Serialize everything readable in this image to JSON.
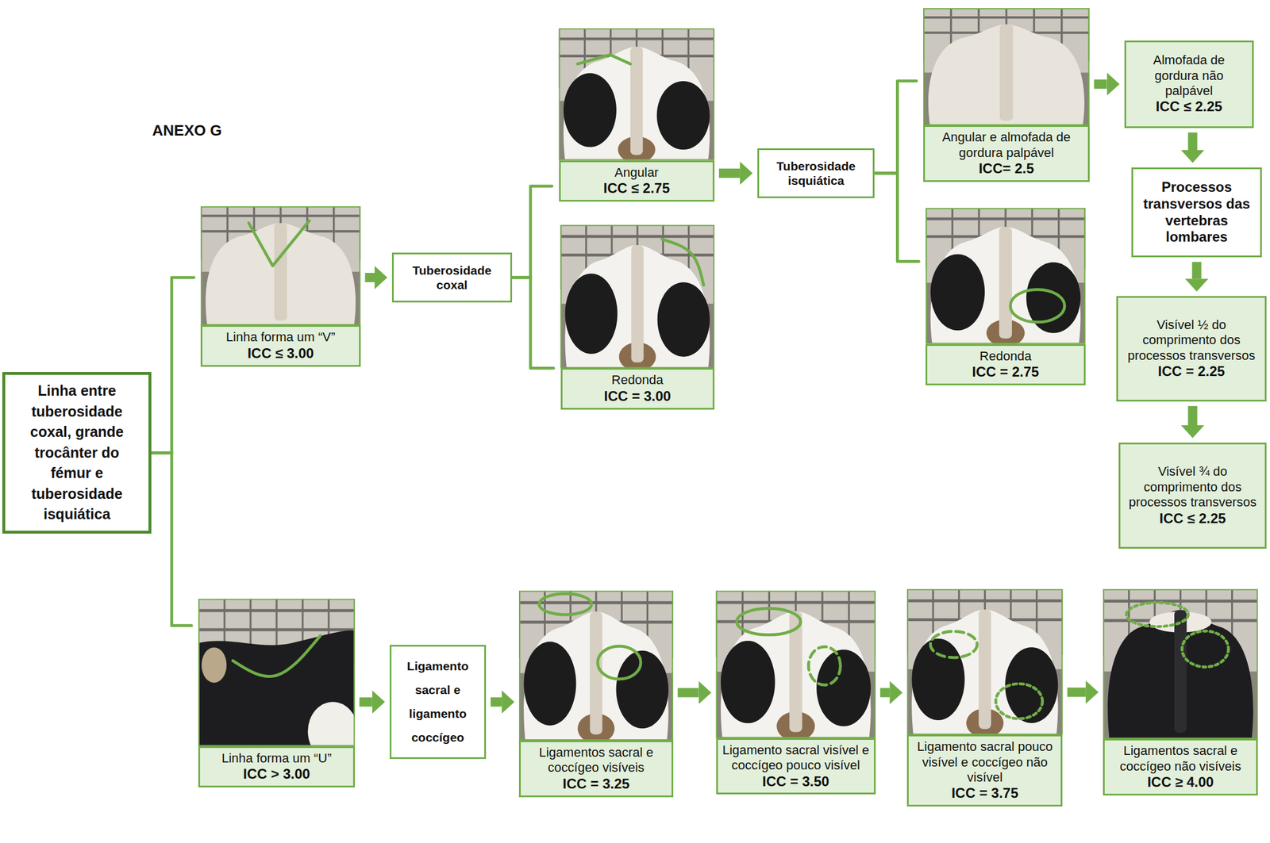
{
  "diagram": {
    "title": "ANEXO G",
    "nodes": [
      {
        "text": [
          "Linha entre tuberosidade coxal, grande trocânter do fémur e tuberosidade isquiática"
        ]
      },
      {
        "text": [
          "Linha forma um “V”",
          "ICC ≤ 3.00"
        ]
      },
      {
        "text": [
          "Tuberosidade coxal"
        ]
      },
      {
        "text": [
          "Angular",
          "ICC ≤ 2.75"
        ]
      },
      {
        "text": [
          "Redonda",
          "ICC = 3.00"
        ]
      },
      {
        "text": [
          "Tuberosidade isquiática"
        ]
      },
      {
        "text": [
          "Angular e almofada de gordura palpável",
          "ICC= 2.5"
        ]
      },
      {
        "text": [
          "Redonda",
          "ICC = 2.75"
        ]
      },
      {
        "text": [
          "Almofada de gordura não palpável",
          "ICC ≤ 2.25"
        ]
      },
      {
        "text": [
          "Processos transversos das vertebras lombares"
        ]
      },
      {
        "text": [
          "Visível ½ do comprimento dos processos transversos",
          "ICC = 2.25"
        ]
      },
      {
        "text": [
          "Visível ¾ do comprimento dos processos transversos",
          "ICC ≤ 2.25"
        ]
      },
      {
        "text": [
          "Linha forma um “U”",
          "ICC > 3.00"
        ]
      },
      {
        "text": [
          "Ligamento sacral e ligamento coccígeo"
        ]
      },
      {
        "text": [
          "Ligamentos sacral e coccígeo visíveis",
          "ICC = 3.25"
        ]
      },
      {
        "text": [
          "Ligamento sacral visível e coccígeo pouco visível",
          "ICC = 3.50"
        ]
      },
      {
        "text": [
          "Ligamento sacral pouco visível e coccígeo não visível",
          "ICC = 3.75"
        ]
      },
      {
        "text": [
          "Ligamentos sacral e coccígeo não visíveis",
          "ICC ≥ 4.00"
        ]
      }
    ],
    "edges": [
      {
        "from": 0,
        "to": 1,
        "arrow": "none"
      },
      {
        "from": 0,
        "to": 12,
        "arrow": "none"
      },
      {
        "from": 1,
        "to": 2,
        "arrow": "to"
      },
      {
        "from": 2,
        "to": 3,
        "arrow": "none"
      },
      {
        "from": 2,
        "to": 4,
        "arrow": "none"
      },
      {
        "from": 3,
        "to": 5,
        "arrow": "to"
      },
      {
        "from": 5,
        "to": 6,
        "arrow": "none"
      },
      {
        "from": 5,
        "to": 7,
        "arrow": "none"
      },
      {
        "from": 6,
        "to": 8,
        "arrow": "to"
      },
      {
        "from": 8,
        "to": 9,
        "arrow": "to"
      },
      {
        "from": 9,
        "to": 10,
        "arrow": "to"
      },
      {
        "from": 10,
        "to": 11,
        "arrow": "to"
      },
      {
        "from": 12,
        "to": 13,
        "arrow": "to"
      },
      {
        "from": 13,
        "to": 14,
        "arrow": "to"
      },
      {
        "from": 14,
        "to": 15,
        "arrow": "to"
      },
      {
        "from": 15,
        "to": 16,
        "arrow": "to"
      },
      {
        "from": 16,
        "to": 17,
        "arrow": "to"
      }
    ]
  }
}
